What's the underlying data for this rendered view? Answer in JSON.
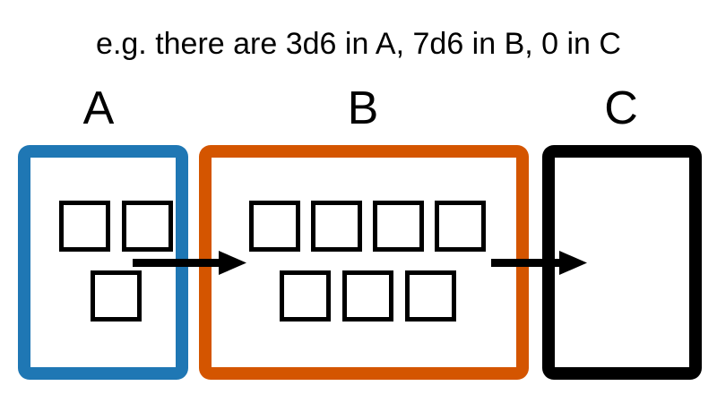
{
  "diagram": {
    "caption": "e.g. there are 3d6 in A, 7d6 in B, 0 in C",
    "colors": {
      "bucket_a_border": "#1F77B4",
      "bucket_b_border": "#D45500",
      "bucket_c_border": "#000000",
      "die_border": "#000000",
      "arrow": "#000000",
      "background": "#FFFFFF"
    },
    "buckets": [
      {
        "id": "a",
        "label": "A",
        "dice_count": 3,
        "dice_label": "3d6",
        "border_color": "#1F77B4",
        "rows": [
          2,
          1
        ]
      },
      {
        "id": "b",
        "label": "B",
        "dice_count": 7,
        "dice_label": "7d6",
        "border_color": "#D45500",
        "rows": [
          4,
          3
        ]
      },
      {
        "id": "c",
        "label": "C",
        "dice_count": 0,
        "dice_label": "0",
        "border_color": "#000000",
        "rows": []
      }
    ],
    "arrows": [
      {
        "id": "a-to-b",
        "from": "A",
        "to": "B",
        "direction": "right"
      },
      {
        "id": "b-to-c",
        "from": "B",
        "to": "C",
        "direction": "right"
      }
    ]
  }
}
